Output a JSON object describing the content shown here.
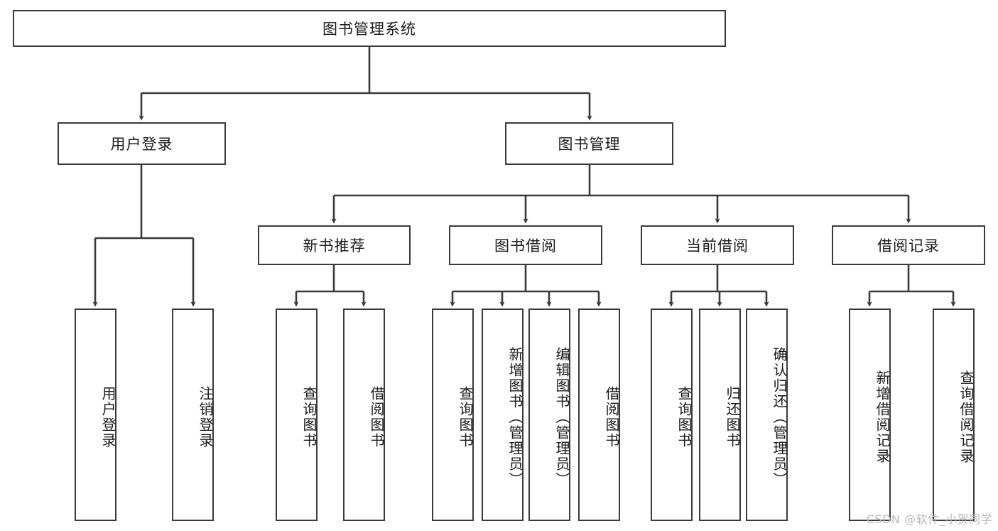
{
  "diagram": {
    "title": "图书管理系统",
    "type": "tree-hierarchy-diagram",
    "background_color": "#ffffff",
    "box_border_color": "#3a3a3a",
    "edge_color": "#3a3a3a",
    "text_color": "#1b1b1b",
    "root": {
      "label": "图书管理系统"
    },
    "level2": [
      {
        "label": "用户登录"
      },
      {
        "label": "图书管理"
      }
    ],
    "level3": [
      {
        "label": "新书推荐"
      },
      {
        "label": "图书借阅"
      },
      {
        "label": "当前借阅"
      },
      {
        "label": "借阅记录"
      }
    ],
    "leaves": {
      "user_login": [
        {
          "label": "用户登录"
        },
        {
          "label": "注销登录"
        }
      ],
      "new_book_recommend": [
        {
          "label": "查询图书"
        },
        {
          "label": "借阅图书"
        }
      ],
      "book_borrow": [
        {
          "label": "查询图书"
        },
        {
          "label": "新增图书（管理员）"
        },
        {
          "label": "编辑图书（管理员）"
        },
        {
          "label": "借阅图书"
        }
      ],
      "current_borrow": [
        {
          "label": "查询图书"
        },
        {
          "label": "归还图书"
        },
        {
          "label": "确认归还（管理员）"
        }
      ],
      "borrow_record": [
        {
          "label": "新增借阅记录"
        },
        {
          "label": "查询借阅记录"
        }
      ]
    }
  },
  "watermark": {
    "text": "CSDN @软件_小贺同学"
  }
}
